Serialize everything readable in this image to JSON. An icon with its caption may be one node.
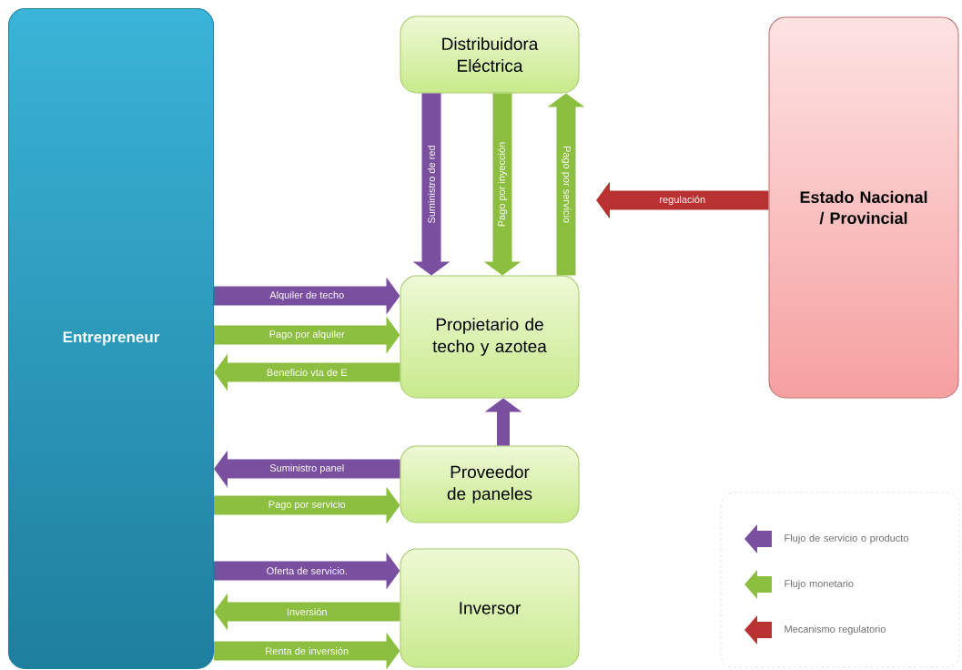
{
  "diagram": {
    "nodes": [
      {
        "text": [
          "Entrepreneur"
        ]
      },
      {
        "text": [
          "Distribuidora Eléctrica"
        ]
      },
      {
        "text": [
          "Propietario de techo y azotea"
        ]
      },
      {
        "text": [
          "Proveedor de paneles"
        ]
      },
      {
        "text": [
          "Inversor"
        ]
      },
      {
        "text": [
          "Estado Nacional / Provincial"
        ]
      }
    ],
    "edges": [
      {
        "from": 1,
        "to": 2,
        "arrow": "to",
        "label": "Suministro de red",
        "color": "#7b4fa0"
      },
      {
        "from": 1,
        "to": 2,
        "arrow": "to",
        "label": "Pago por inyección"
      },
      {
        "from": 2,
        "to": 1,
        "arrow": "to",
        "label": "Pago por servicio"
      },
      {
        "from": 5,
        "to": null,
        "arrow": "to",
        "label": "regulación",
        "color": "#b83232"
      },
      {
        "from": 0,
        "to": 2,
        "arrow": "to",
        "label": "Alquiler de techo",
        "color": "#7b4fa0"
      },
      {
        "from": 0,
        "to": 2,
        "arrow": "to",
        "label": "Pago por alquiler"
      },
      {
        "from": 2,
        "to": 0,
        "arrow": "to",
        "label": "Beneficio vta de E"
      },
      {
        "from": 3,
        "to": 2,
        "arrow": "to",
        "color": "#7b4fa0"
      },
      {
        "from": 3,
        "to": 0,
        "arrow": "to",
        "label": "Suministro panel",
        "color": "#7b4fa0"
      },
      {
        "from": 0,
        "to": 3,
        "arrow": "to",
        "label": "Pago por servicio"
      },
      {
        "from": 0,
        "to": 4,
        "arrow": "to",
        "label": "Oferta de servicio.",
        "color": "#7b4fa0"
      },
      {
        "from": 4,
        "to": 0,
        "arrow": "to",
        "label": "Inversión"
      },
      {
        "from": 0,
        "to": 4,
        "arrow": "to",
        "label": "Renta de inversión"
      }
    ],
    "legend": [
      {
        "text": "Flujo de servicio o producto",
        "color": "#7b4fa0"
      },
      {
        "text": "Flujo monetario",
        "color": "#8cbf3f"
      },
      {
        "text": "Mecanismo regulatorio",
        "color": "#b83232"
      }
    ]
  }
}
